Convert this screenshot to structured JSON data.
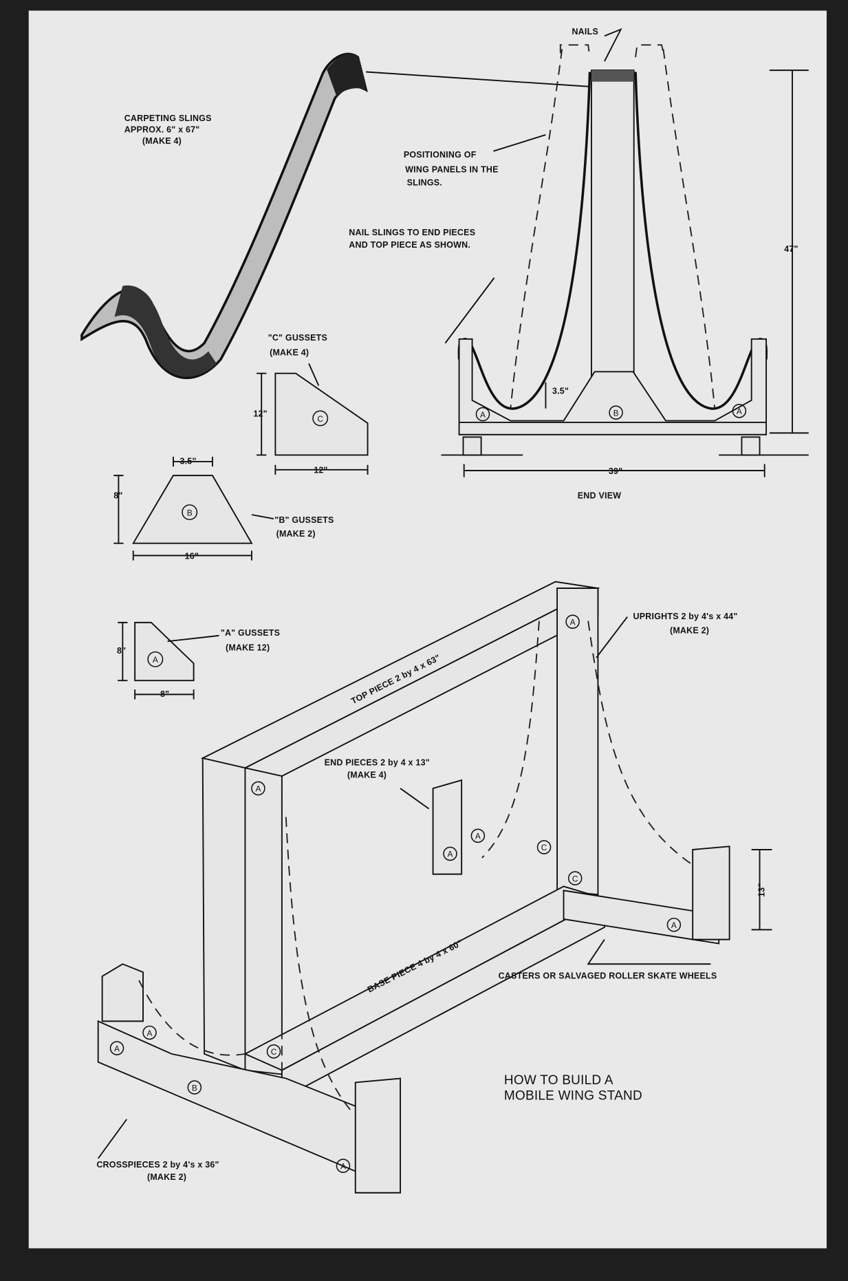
{
  "title": [
    "HOW TO BUILD A",
    "MOBILE WING STAND"
  ],
  "end_view": {
    "caption": "END VIEW",
    "nails": "NAILS",
    "positioning": [
      "POSITIONING OF",
      "WING PANELS IN THE",
      "SLINGS."
    ],
    "nail_slings": [
      "NAIL SLINGS TO END PIECES",
      "AND TOP PIECE AS SHOWN."
    ],
    "height": "47\"",
    "width": "39\"",
    "sling_gap": "3.5\""
  },
  "slings": [
    "CARPETING SLINGS",
    "APPROX. 6\" x 67\"",
    "(MAKE 4)"
  ],
  "gussets": {
    "c": {
      "label": [
        "\"C\" GUSSETS",
        "(MAKE 4)"
      ],
      "height": "12\"",
      "width": "12\"",
      "letter": "C"
    },
    "b": {
      "label": [
        "\"B\" GUSSETS",
        "(MAKE 2)"
      ],
      "top": "3.5\"",
      "height": "8\"",
      "width": "16\"",
      "letter": "B"
    },
    "a": {
      "label": [
        "\"A\" GUSSETS",
        "(MAKE 12)"
      ],
      "height": "8\"",
      "width": "8\"",
      "letter": "A"
    }
  },
  "parts": {
    "top_piece": "TOP PIECE 2 by 4 x 63\"",
    "uprights": [
      "UPRIGHTS 2 by 4's x 44\"",
      "(MAKE 2)"
    ],
    "end_pieces": [
      "END PIECES 2 by 4 x 13\"",
      "(MAKE 4)"
    ],
    "end_height": "13\"",
    "base_piece": "BASE PIECE 4 by 4 x 60\"",
    "casters": "CASTERS OR SALVAGED ROLLER SKATE WHEELS",
    "crosspieces": [
      "CROSSPIECES 2 by 4's x 36\"",
      "(MAKE 2)"
    ]
  }
}
